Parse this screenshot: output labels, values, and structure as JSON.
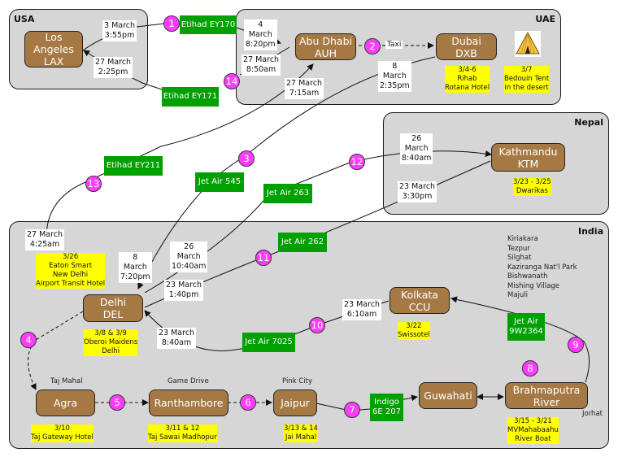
{
  "regions": {
    "usa": "USA",
    "uae": "UAE",
    "nepal": "Nepal",
    "india": "India"
  },
  "cities": {
    "lax": "Los\nAngeles\nLAX",
    "auh": "Abu Dhabi\nAUH",
    "dxb": "Dubai\nDXB",
    "ktm": "Kathmandu\nKTM",
    "del": "Delhi\nDEL",
    "ccu": "Kolkata\nCCU",
    "agra": "Agra",
    "ranthambore": "Ranthambore",
    "jaipur": "Jaipur",
    "guwahati": "Guwahati",
    "brahmaputra": "Brahmaputra\nRiver"
  },
  "flights": {
    "ey170": "Etihad EY170",
    "ey171": "Etihad EY171",
    "ey211": "Etihad EY211",
    "ja545": "Jet Air 545",
    "ja263": "Jet Air 263",
    "ja262": "Jet Air 262",
    "ja7025": "Jet Air 7025",
    "ja9w2364": "Jet Air\n9W2364",
    "indigo": "Indigo\n6E 207"
  },
  "steps": [
    "1",
    "2",
    "3",
    "4",
    "5",
    "6",
    "7",
    "8",
    "9",
    "10",
    "11",
    "12",
    "13",
    "14"
  ],
  "times": {
    "lax_dep": "3 March\n3:55pm",
    "lax_arr": "27 March\n2:25pm",
    "auh_arr": "4\nMarch\n8:20pm",
    "auh_dep_return": "27 March\n8:50am",
    "auh_arr_return": "27 March\n7:15am",
    "dxb_dep": "8\nMarch\n2:35pm",
    "ktm_arr": "26\nMarch\n8:40am",
    "ktm_dep": "23 March\n3:30pm",
    "del_dep_return": "27 March\n4:25am",
    "del_arr_8": "8\nMarch\n7:20pm",
    "del_arr_26": "26\nMarch\n10:40am",
    "del_dep_23": "23 March\n1:40pm",
    "del_arr_23": "23 March\n8:40am",
    "ccu_dep": "23 March\n6:10am"
  },
  "taxi": "Taxi",
  "hotels": {
    "dxb": "3/4-6\nRihab\nRotana Hotel",
    "tent": "3/7\nBedouin Tent\nin the desert",
    "ktm": "3/23 - 3/25\nDwarikas",
    "del_transit": "3/26\nEaton Smart\nNew Delhi\nAirport Transit Hotel",
    "del": "3/8 & 3/9\nOberoi Maidens\nDelhi",
    "ccu": "3/22\nSwissotel",
    "agra": "3/10\nTaj Gateway Hotel",
    "ranthambore": "3/11 & 12\nTaj Sawai Madhopur",
    "jaipur": "3/13 & 14\nJai Mahal",
    "brahmaputra": "3/15 - 3/21\nMVMahabaahu\nRiver Boat"
  },
  "notes": {
    "agra": "Taj Mahal",
    "ranthambore": "Game Drive",
    "jaipur": "Pink City",
    "jorhat": "Jorhat"
  },
  "places": [
    "Kiriakara",
    "Tezpur",
    "Silghat",
    "Kaziranga Nat'l Park",
    "Bishwanath",
    "Mishing Village",
    "Majuli"
  ]
}
